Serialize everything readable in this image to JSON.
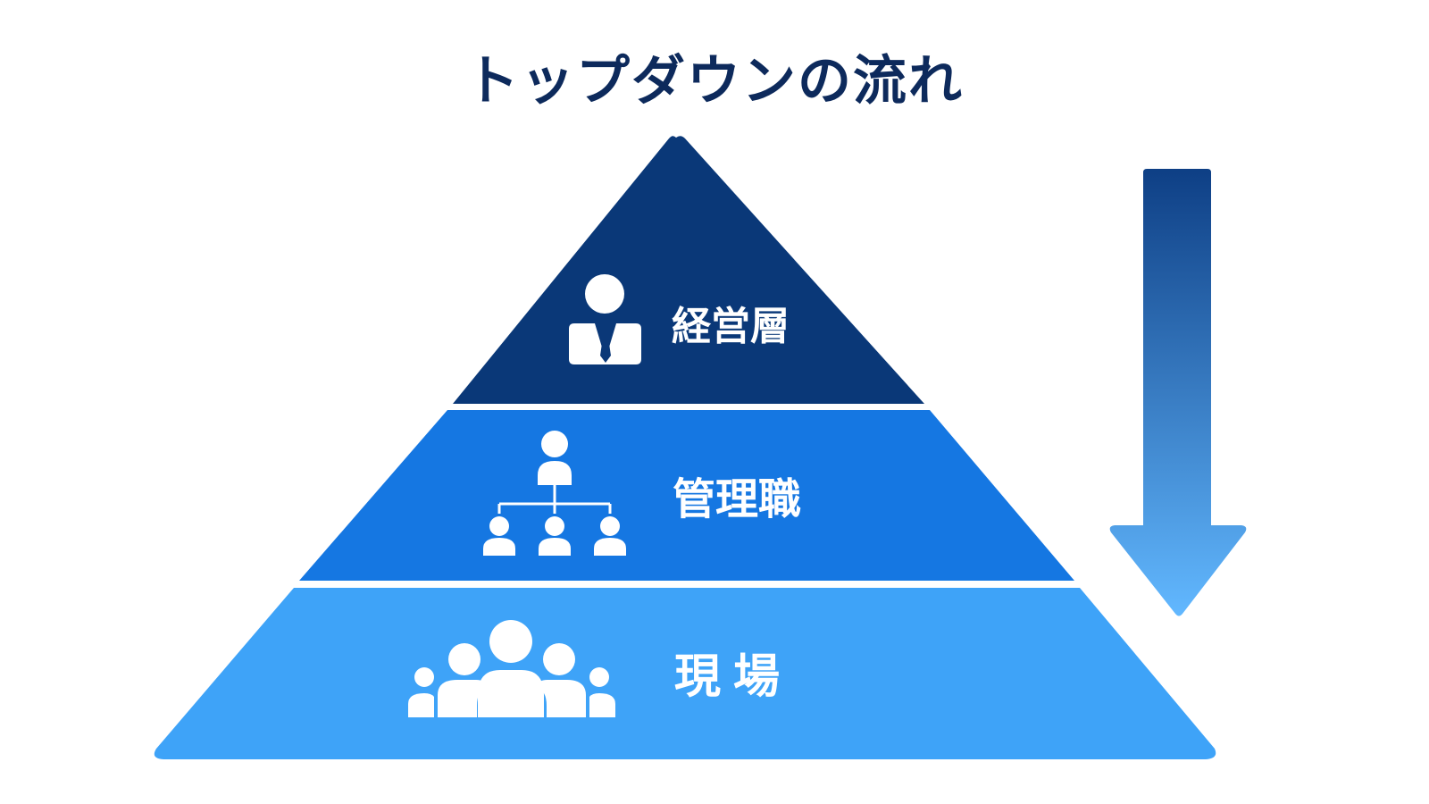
{
  "title": "トップダウンの流れ",
  "tiers": [
    {
      "label": "経営層",
      "icon": "executive-icon",
      "color": "#0a3878"
    },
    {
      "label": "管理職",
      "icon": "org-chart-icon",
      "color": "#1577e2"
    },
    {
      "label": "現場",
      "icon": "team-group-icon",
      "color": "#3ea3f8"
    }
  ],
  "arrow": {
    "direction": "down",
    "icon": "down-arrow-icon",
    "color_top": "#0e3f85",
    "color_bottom": "#62b8ff"
  }
}
